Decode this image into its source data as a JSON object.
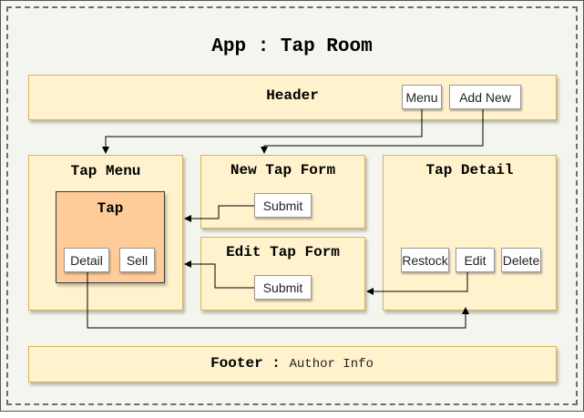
{
  "diagram": {
    "title": "App : Tap Room",
    "header": {
      "title": "Header",
      "menu_button": "Menu",
      "add_new_button": "Add New"
    },
    "tap_menu": {
      "title": "Tap Menu"
    },
    "tap": {
      "title": "Tap",
      "detail_button": "Detail",
      "sell_button": "Sell"
    },
    "new_tap_form": {
      "title": "New Tap Form",
      "submit_button": "Submit"
    },
    "edit_tap_form": {
      "title": "Edit Tap Form",
      "submit_button": "Submit"
    },
    "tap_detail": {
      "title": "Tap Detail",
      "restock_button": "Restock",
      "edit_button": "Edit",
      "delete_button": "Delete"
    },
    "footer": {
      "label": "Footer",
      "separator": " : ",
      "detail": "Author Info"
    }
  },
  "colors": {
    "box_fill": "#fff2cc",
    "box_border": "#d6b656",
    "tap_fill": "#ffcc99",
    "background": "#f5f5ef",
    "arrow": "#000000"
  }
}
